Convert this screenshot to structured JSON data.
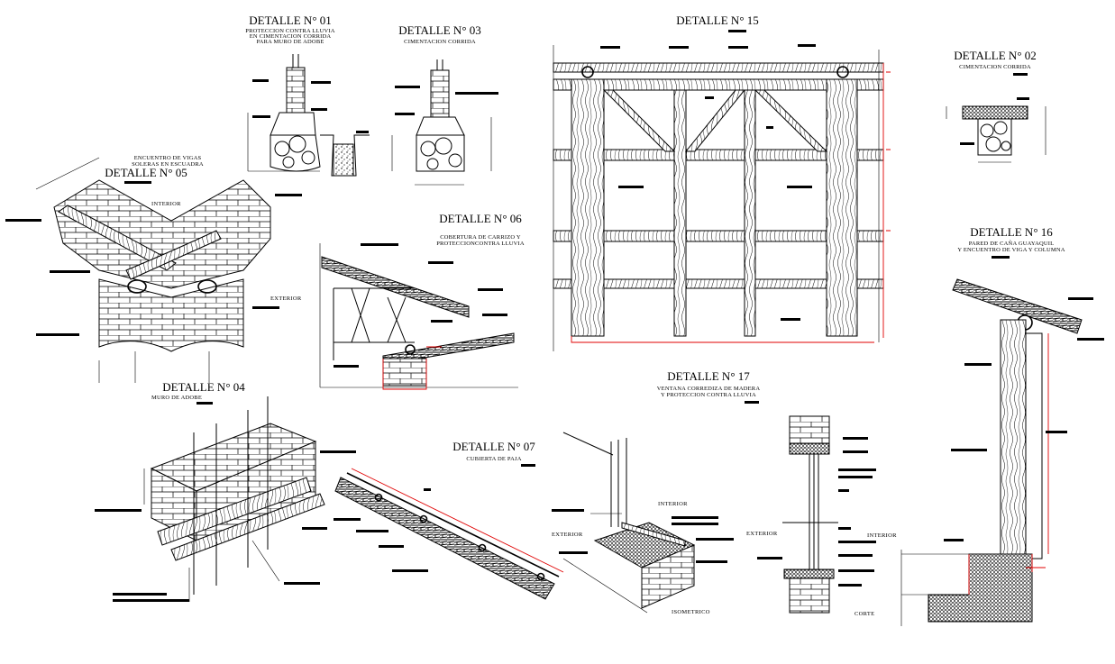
{
  "details": {
    "d01": {
      "title": "DETALLE N° 01",
      "sub1": "PROTECCION CONTRA LLUVIA",
      "sub2": "EN CIMENTACION CORRIDA",
      "sub3": "PARA MURO DE ADOBE"
    },
    "d03": {
      "title": "DETALLE N° 03",
      "sub1": "CIMENTACION CORRIDA"
    },
    "d15": {
      "title": "DETALLE N° 15"
    },
    "d02": {
      "title": "DETALLE N° 02",
      "sub1": "CIMENTACION CORRIDA"
    },
    "d05": {
      "title": "DETALLE N° 05",
      "sub1": "ENCUENTRO DE VIGAS",
      "sub2": "SOLERAS EN ESCUADRA",
      "interior": "INTERIOR",
      "exterior": "EXTERIOR"
    },
    "d06": {
      "title": "DETALLE N° 06",
      "sub1": "COBERTURA DE CARRIZO Y",
      "sub2": "PROTECCIONCONTRA LLUVIA"
    },
    "d16": {
      "title": "DETALLE N° 16",
      "sub1": "PARED DE CAÑA GUAYAQUIL",
      "sub2": "Y ENCUENTRO DE VIGA Y COLUMNA"
    },
    "d04": {
      "title": "DETALLE N° 04",
      "sub1": "MURO DE ADOBE"
    },
    "d07": {
      "title": "DETALLE N° 07",
      "sub1": "CUBIERTA DE PAJA"
    },
    "d17": {
      "title": "DETALLE N° 17",
      "sub1": "VENTANA CORREDIZA DE MADERA",
      "sub2": "Y PROTECCION CONTRA LLUVIA",
      "interior": "INTERIOR",
      "exterior": "EXTERIOR",
      "isometrico": "ISOMETRICO",
      "exterior2": "EXTERIOR",
      "interior2": "INTERIOR",
      "corte": "CORTE"
    }
  }
}
